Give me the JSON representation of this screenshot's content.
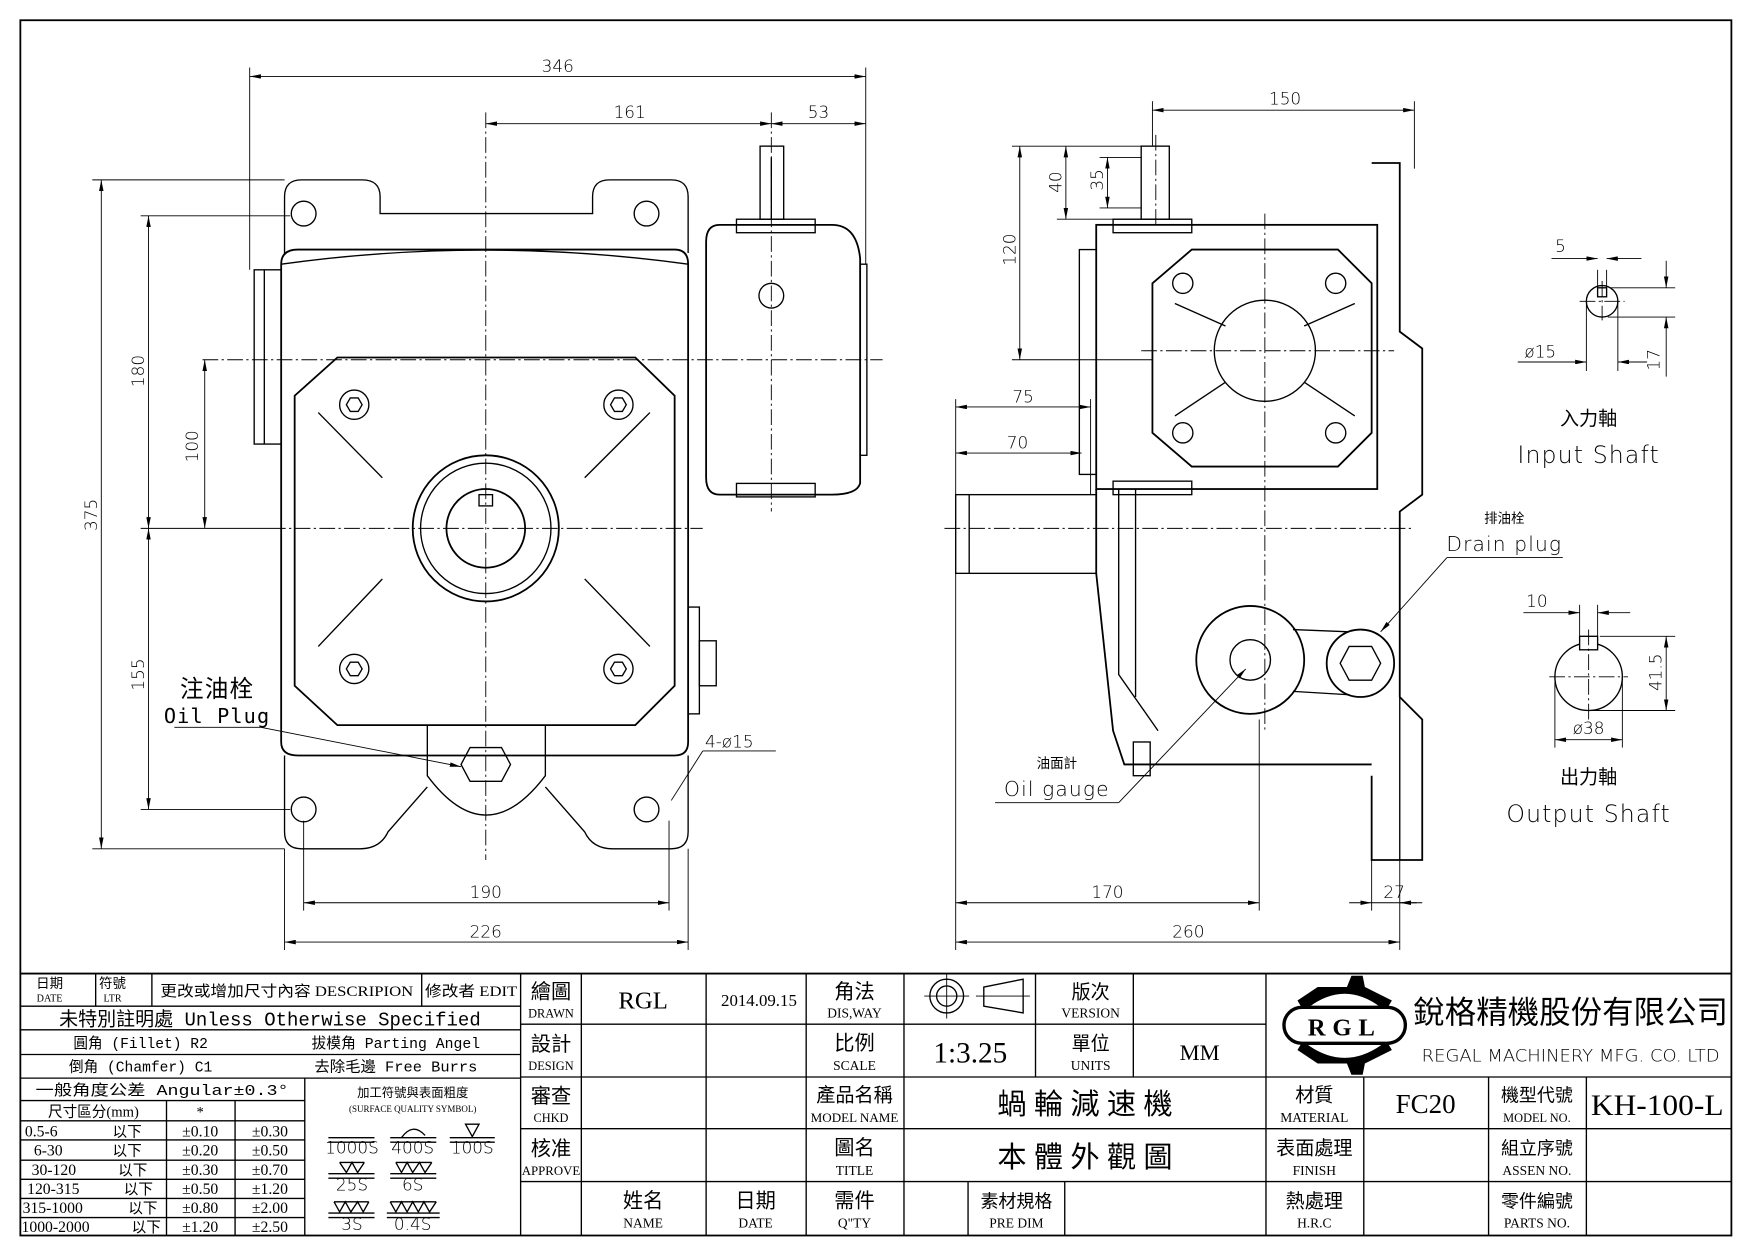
{
  "front_view": {
    "dims": {
      "overall_width": "346",
      "input_offset": "161",
      "input_extension": "53",
      "overall_height": "375",
      "upper_height": "180",
      "input_center": "100",
      "lower_height": "155",
      "foot_hole_span": "190",
      "foot_width": "226",
      "mount_holes": "4-ø15"
    },
    "oil_plug": {
      "zh": "注油栓",
      "en": "Oil Plug"
    }
  },
  "side_view": {
    "dims": {
      "shaft_offset": "150",
      "shaft_len_40": "40",
      "shaft_len_35": "35",
      "shaft_height": "120",
      "output_75": "75",
      "output_70": "70",
      "base_170": "170",
      "base_260": "260",
      "plate_27": "27"
    },
    "oil_gauge": {
      "zh": "油面計",
      "en": "Oil gauge"
    },
    "drain_plug": {
      "zh": "排油栓",
      "en": "Drain plug"
    }
  },
  "input_shaft": {
    "key": "5",
    "dia": "ø15",
    "height": "17",
    "zh": "入力軸",
    "en": "Input Shaft"
  },
  "output_shaft": {
    "key": "10",
    "dia": "ø38",
    "height": "41.5",
    "zh": "出力軸",
    "en": "Output Shaft"
  },
  "title_block": {
    "rev_header": {
      "date": "日期",
      "date_en": "DATE",
      "ltr": "符號",
      "ltr_en": "LTR",
      "desc": "更改或增加尺寸內容 DESCRIPION",
      "edit": "修改者 EDIT"
    },
    "unless": "未特別註明處 Unless Otherwise Specified",
    "fillet": "圓角 (Fillet) R2",
    "parting": "拔模角 Parting Angel",
    "chamfer": "倒角 (Chamfer) C1",
    "burrs": "去除毛邊 Free Burrs",
    "angular": "一般角度公差 Angular±0.3°",
    "tol_header": [
      "尺寸區分(mm)",
      "*",
      ""
    ],
    "tol_rows": [
      [
        "0.5-6",
        "以下",
        "±0.10",
        "±0.30"
      ],
      [
        "6-30",
        "以下",
        "±0.20",
        "±0.50"
      ],
      [
        "30-120",
        "以下",
        "±0.30",
        "±0.70"
      ],
      [
        "120-315",
        "以下",
        "±0.50",
        "±1.20"
      ],
      [
        "315-1000",
        "以下",
        "±0.80",
        "±2.00"
      ],
      [
        "1000-2000",
        "以下",
        "±1.20",
        "±2.50"
      ]
    ],
    "surface_title": "加工符號與表面粗度",
    "surface_title_en": "(SURFACE QUALITY SYMBOL)",
    "surface_symbols": [
      "1000S",
      "400S",
      "100S",
      "25S",
      "6S",
      "3S",
      "0.4S"
    ],
    "drawn": {
      "zh": "繪圖",
      "en": "DRAWN",
      "name": "RGL",
      "date": "2014.09.15"
    },
    "design": {
      "zh": "設計",
      "en": "DESIGN"
    },
    "chkd": {
      "zh": "審查",
      "en": "CHKD"
    },
    "approve": {
      "zh": "核准",
      "en": "APPROVE"
    },
    "name_col": {
      "zh": "姓名",
      "en": "NAME"
    },
    "date_col": {
      "zh": "日期",
      "en": "DATE"
    },
    "dis_way": {
      "zh": "角法",
      "en": "DIS,WAY"
    },
    "scale": {
      "zh": "比例",
      "en": "SCALE",
      "value": "1:3.25"
    },
    "version": {
      "zh": "版次",
      "en": "VERSION"
    },
    "units": {
      "zh": "單位",
      "en": "UNITS",
      "value": "MM"
    },
    "model_name": {
      "zh": "產品名稱",
      "en": "MODEL NAME",
      "value": "蝸 輪 減 速 機"
    },
    "title": {
      "zh": "圖名",
      "en": "TITLE",
      "value": "本 體 外 觀 圖"
    },
    "qty": {
      "zh": "需件",
      "en": "Q\"TY"
    },
    "pre_dim": {
      "zh": "素材規格",
      "en": "PRE DIM"
    },
    "material": {
      "zh": "材質",
      "en": "MATERIAL",
      "value": "FC20"
    },
    "finish": {
      "zh": "表面處理",
      "en": "FINISH"
    },
    "hrc": {
      "zh": "熱處理",
      "en": "H.R.C"
    },
    "model_no": {
      "zh": "機型代號",
      "en": "MODEL NO.",
      "value": "KH-100-L"
    },
    "assen_no": {
      "zh": "組立序號",
      "en": "ASSEN NO."
    },
    "parts_no": {
      "zh": "零件編號",
      "en": "PARTS NO."
    },
    "company": {
      "logo": "RGL",
      "zh": "銳格精機股份有限公司",
      "en": "REGAL MACHINERY MFG. CO. LTD"
    }
  }
}
